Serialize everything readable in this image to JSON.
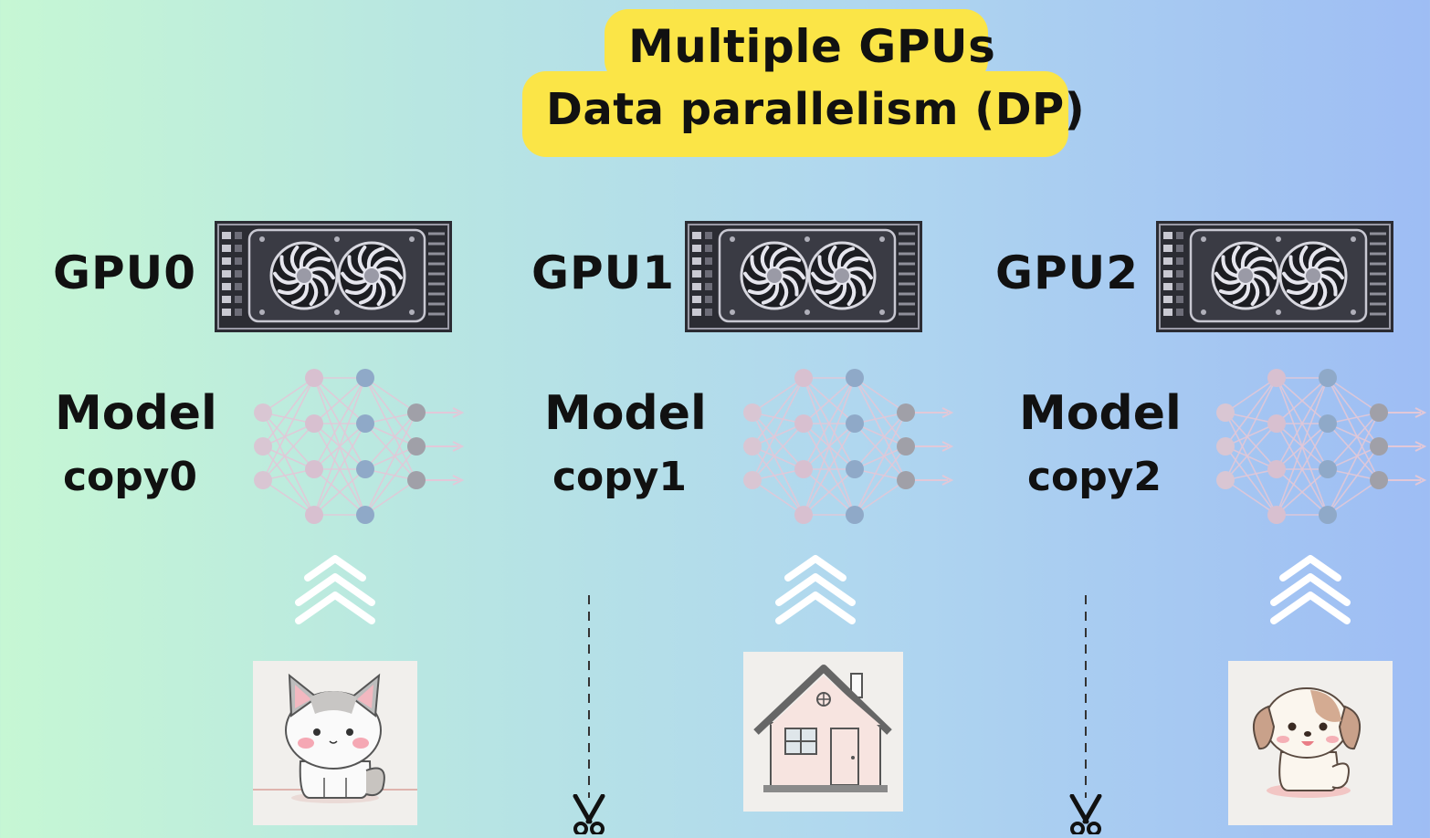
{
  "title": {
    "line1": "Multiple GPUs",
    "line2": "Data parallelism (DP)"
  },
  "columns": [
    {
      "gpu_label": "GPU0",
      "model_line1": "Model",
      "model_line2": "copy0",
      "image_icon": "cat-illustration"
    },
    {
      "gpu_label": "GPU1",
      "model_line1": "Model",
      "model_line2": "copy1",
      "image_icon": "house-illustration"
    },
    {
      "gpu_label": "GPU2",
      "model_line1": "Model",
      "model_line2": "copy2",
      "image_icon": "dog-illustration"
    }
  ],
  "colors": {
    "title_background": "#fbe547",
    "gpu_body": "#2b2c33",
    "nn_input": "#d9c6d3",
    "nn_hidden1": "#d8c0d0",
    "nn_hidden2": "#8fa9c8",
    "nn_output": "#a0a0a8",
    "chevron": "#ffffff"
  }
}
